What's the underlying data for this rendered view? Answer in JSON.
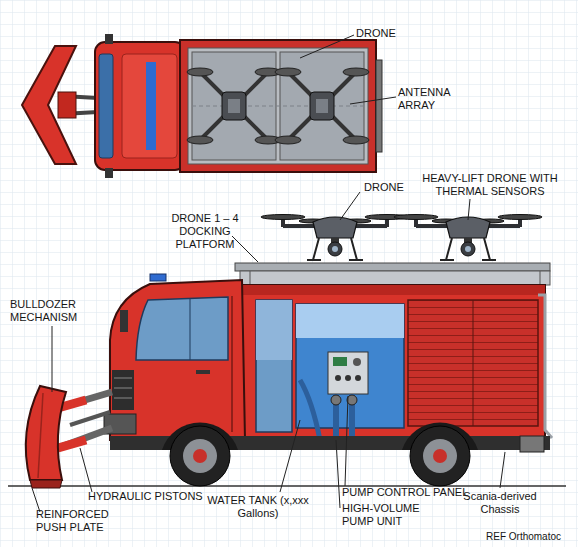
{
  "diagram": {
    "labels": [
      "DRONE",
      "ANTENNA ARRAY",
      "DRONE",
      "HEAVY-LIFT DRONE WITH THERMAL SENSORS",
      "DRONE 1 – 4 DOCKING PLATFORM",
      "BULLDOZER MECHANISM",
      "HYDRAULIC PISTONS",
      "REINFORCED PUSH PLATE",
      "WATER TANK (x,xxx Gallons)",
      "PUMP CONTROL PANEL",
      "HIGH-VOLUME PUMP UNIT",
      "Scania-derived Chassis",
      "REF Orthomatoc"
    ]
  }
}
